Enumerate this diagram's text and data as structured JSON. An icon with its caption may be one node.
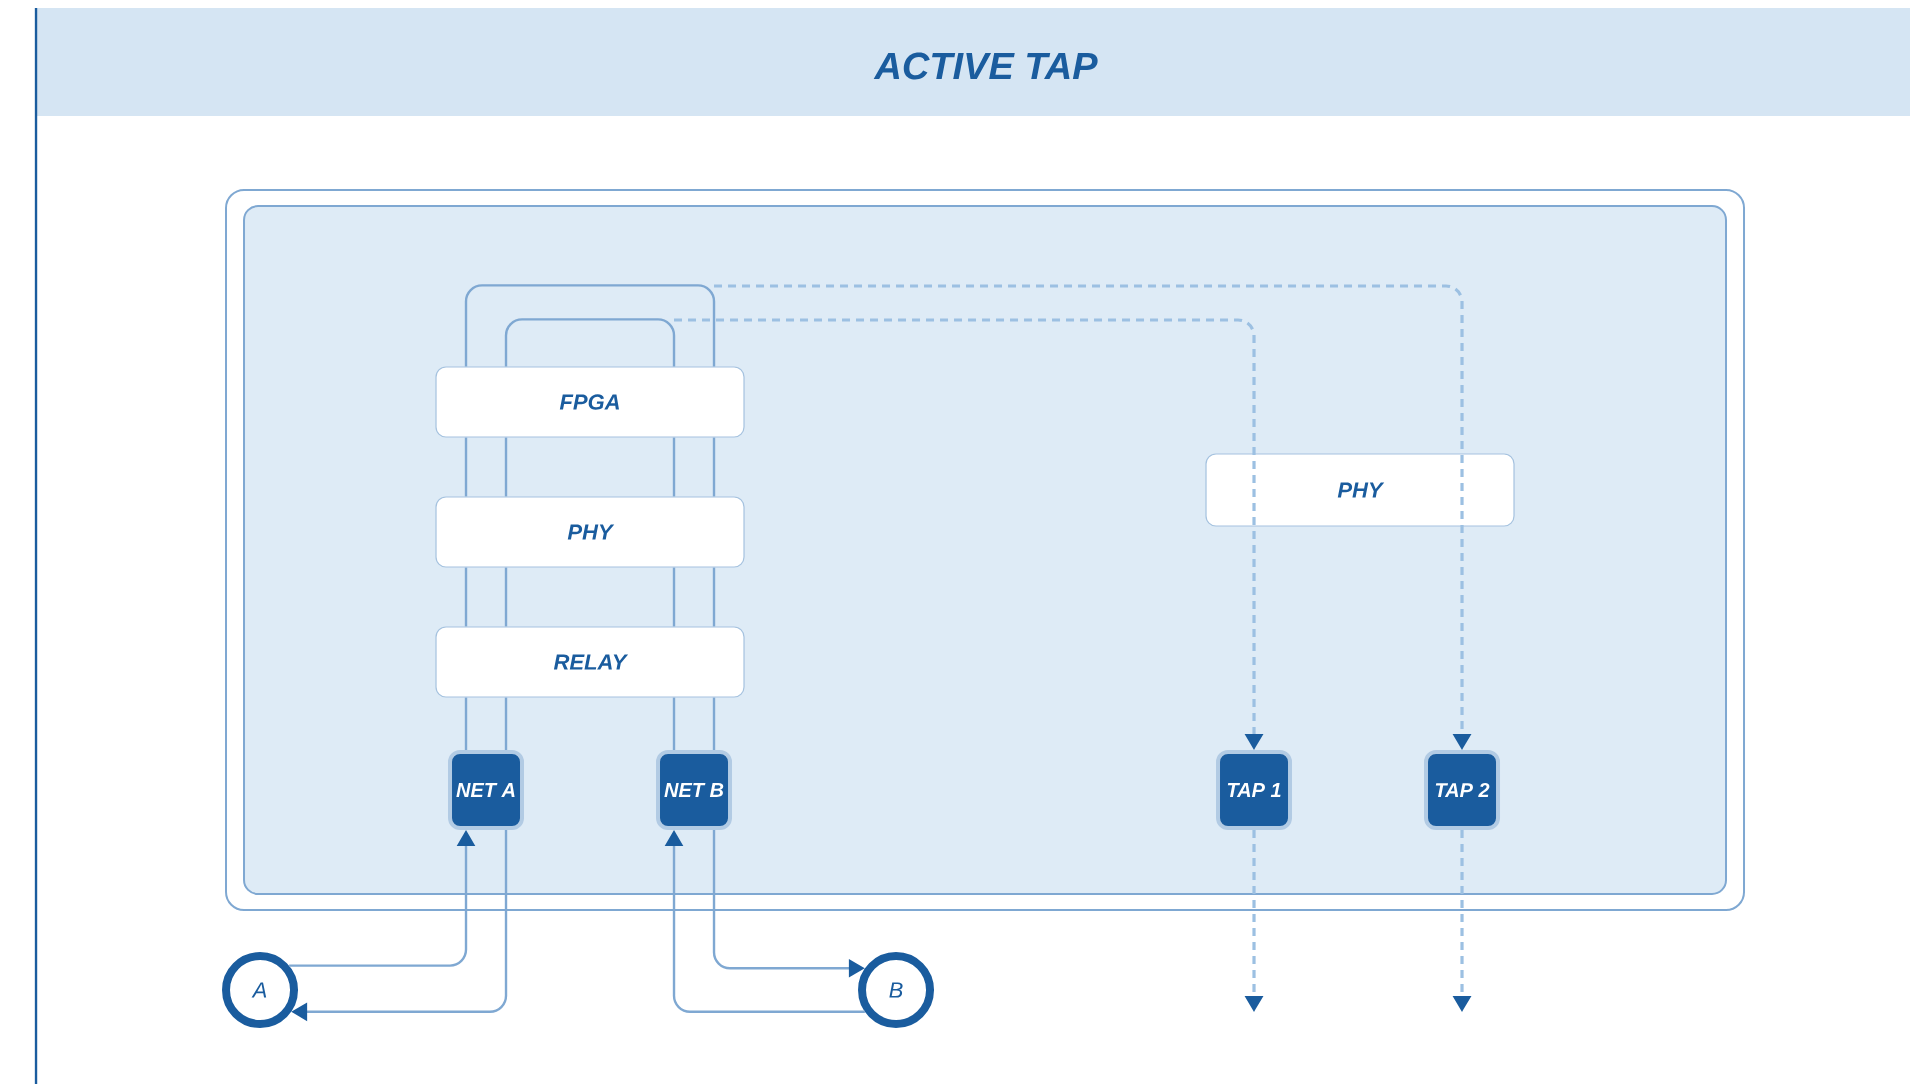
{
  "diagram": {
    "title": "ACTIVE TAP",
    "nodes": [
      {
        "text": [],
        "shape": "box"
      },
      {
        "text": [
          "FPGA"
        ],
        "in": 0
      },
      {
        "text": [
          "PHY"
        ],
        "in": 0
      },
      {
        "text": [
          "RELAY"
        ],
        "in": 0
      },
      {
        "text": [
          "PHY"
        ],
        "in": 0
      },
      {
        "text": [
          "NET A"
        ],
        "in": 0
      },
      {
        "text": [
          "NET B"
        ],
        "in": 0
      },
      {
        "text": [
          "TAP 1"
        ],
        "in": 0
      },
      {
        "text": [
          "TAP 2"
        ],
        "in": 0
      },
      {
        "text": [
          "A"
        ]
      },
      {
        "text": [
          "B"
        ]
      }
    ],
    "edges": [
      {
        "from": 9,
        "to": 5,
        "arrow": "to"
      },
      {
        "from": 5,
        "to": 9,
        "arrow": "to"
      },
      {
        "from": 10,
        "to": 6,
        "arrow": "to"
      },
      {
        "from": 6,
        "to": 10,
        "arrow": "to"
      },
      {
        "from": 5,
        "to": 3,
        "arrow": "none"
      },
      {
        "from": 5,
        "to": 3,
        "arrow": "none"
      },
      {
        "from": 3,
        "to": 2,
        "arrow": "none"
      },
      {
        "from": 3,
        "to": 2,
        "arrow": "none"
      },
      {
        "from": 2,
        "to": 1,
        "arrow": "none"
      },
      {
        "from": 2,
        "to": 1,
        "arrow": "none"
      },
      {
        "from": 1,
        "to": 1,
        "arrow": "none"
      },
      {
        "from": 1,
        "to": 1,
        "arrow": "none"
      },
      {
        "from": 1,
        "to": 2,
        "arrow": "none"
      },
      {
        "from": 1,
        "to": 2,
        "arrow": "none"
      },
      {
        "from": 2,
        "to": 3,
        "arrow": "none"
      },
      {
        "from": 2,
        "to": 3,
        "arrow": "none"
      },
      {
        "from": 3,
        "to": 6,
        "arrow": "none"
      },
      {
        "from": 3,
        "to": 6,
        "arrow": "none"
      },
      {
        "from": null,
        "to": 7,
        "arrow": "to",
        "style": "dashed"
      },
      {
        "from": null,
        "to": 8,
        "arrow": "to",
        "style": "dashed"
      },
      {
        "from": 7,
        "to": null,
        "arrow": "to",
        "style": "dashed"
      },
      {
        "from": 8,
        "to": null,
        "arrow": "to",
        "style": "dashed"
      }
    ]
  }
}
